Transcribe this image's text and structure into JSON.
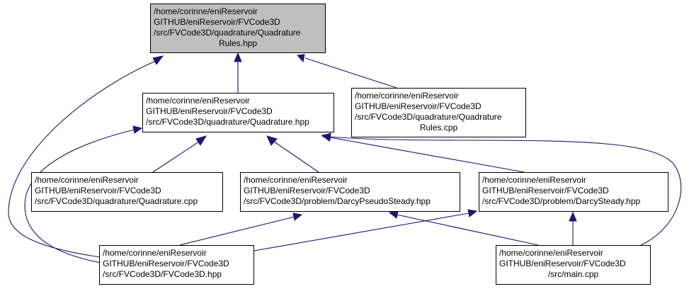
{
  "graph": {
    "edge_color": "#191970",
    "root_fill": "#bfbfbf",
    "nodes": {
      "quadrature_rules_hpp": {
        "lines": [
          "/home/corinne/eniReservoir",
          "GITHUB/eniReservoir/FVCode3D",
          "/src/FVCode3D/quadrature/Quadrature",
          "Rules.hpp"
        ]
      },
      "quadrature_hpp": {
        "lines": [
          "/home/corinne/eniReservoir",
          "GITHUB/eniReservoir/FVCode3D",
          "/src/FVCode3D/quadrature/Quadrature.hpp"
        ]
      },
      "quadrature_rules_cpp": {
        "lines": [
          "/home/corinne/eniReservoir",
          "GITHUB/eniReservoir/FVCode3D",
          "/src/FVCode3D/quadrature/Quadrature",
          "Rules.cpp"
        ]
      },
      "quadrature_cpp": {
        "lines": [
          "/home/corinne/eniReservoir",
          "GITHUB/eniReservoir/FVCode3D",
          "/src/FVCode3D/quadrature/Quadrature.cpp"
        ]
      },
      "darcy_pseudo_steady_hpp": {
        "lines": [
          "/home/corinne/eniReservoir",
          "GITHUB/eniReservoir/FVCode3D",
          "/src/FVCode3D/problem/DarcyPseudoSteady.hpp"
        ]
      },
      "darcy_steady_hpp": {
        "lines": [
          "/home/corinne/eniReservoir",
          "GITHUB/eniReservoir/FVCode3D",
          "/src/FVCode3D/problem/DarcySteady.hpp"
        ]
      },
      "fvcode3d_hpp": {
        "lines": [
          "/home/corinne/eniReservoir",
          "GITHUB/eniReservoir/FVCode3D",
          "/src/FVCode3D/FVCode3D.hpp"
        ]
      },
      "main_cpp": {
        "lines": [
          "/home/corinne/eniReservoir",
          "GITHUB/eniReservoir/FVCode3D",
          "/src/main.cpp"
        ]
      }
    },
    "edges": [
      {
        "from": "quadrature_hpp",
        "to": "quadrature_rules_hpp"
      },
      {
        "from": "quadrature_rules_cpp",
        "to": "quadrature_rules_hpp"
      },
      {
        "from": "fvcode3d_hpp",
        "to": "quadrature_rules_hpp"
      },
      {
        "from": "quadrature_cpp",
        "to": "quadrature_hpp"
      },
      {
        "from": "darcy_pseudo_steady_hpp",
        "to": "quadrature_hpp"
      },
      {
        "from": "darcy_steady_hpp",
        "to": "quadrature_hpp"
      },
      {
        "from": "fvcode3d_hpp",
        "to": "quadrature_hpp"
      },
      {
        "from": "main_cpp",
        "to": "quadrature_hpp"
      },
      {
        "from": "fvcode3d_hpp",
        "to": "darcy_pseudo_steady_hpp"
      },
      {
        "from": "main_cpp",
        "to": "darcy_pseudo_steady_hpp"
      },
      {
        "from": "fvcode3d_hpp",
        "to": "darcy_steady_hpp"
      },
      {
        "from": "main_cpp",
        "to": "darcy_steady_hpp"
      }
    ]
  }
}
